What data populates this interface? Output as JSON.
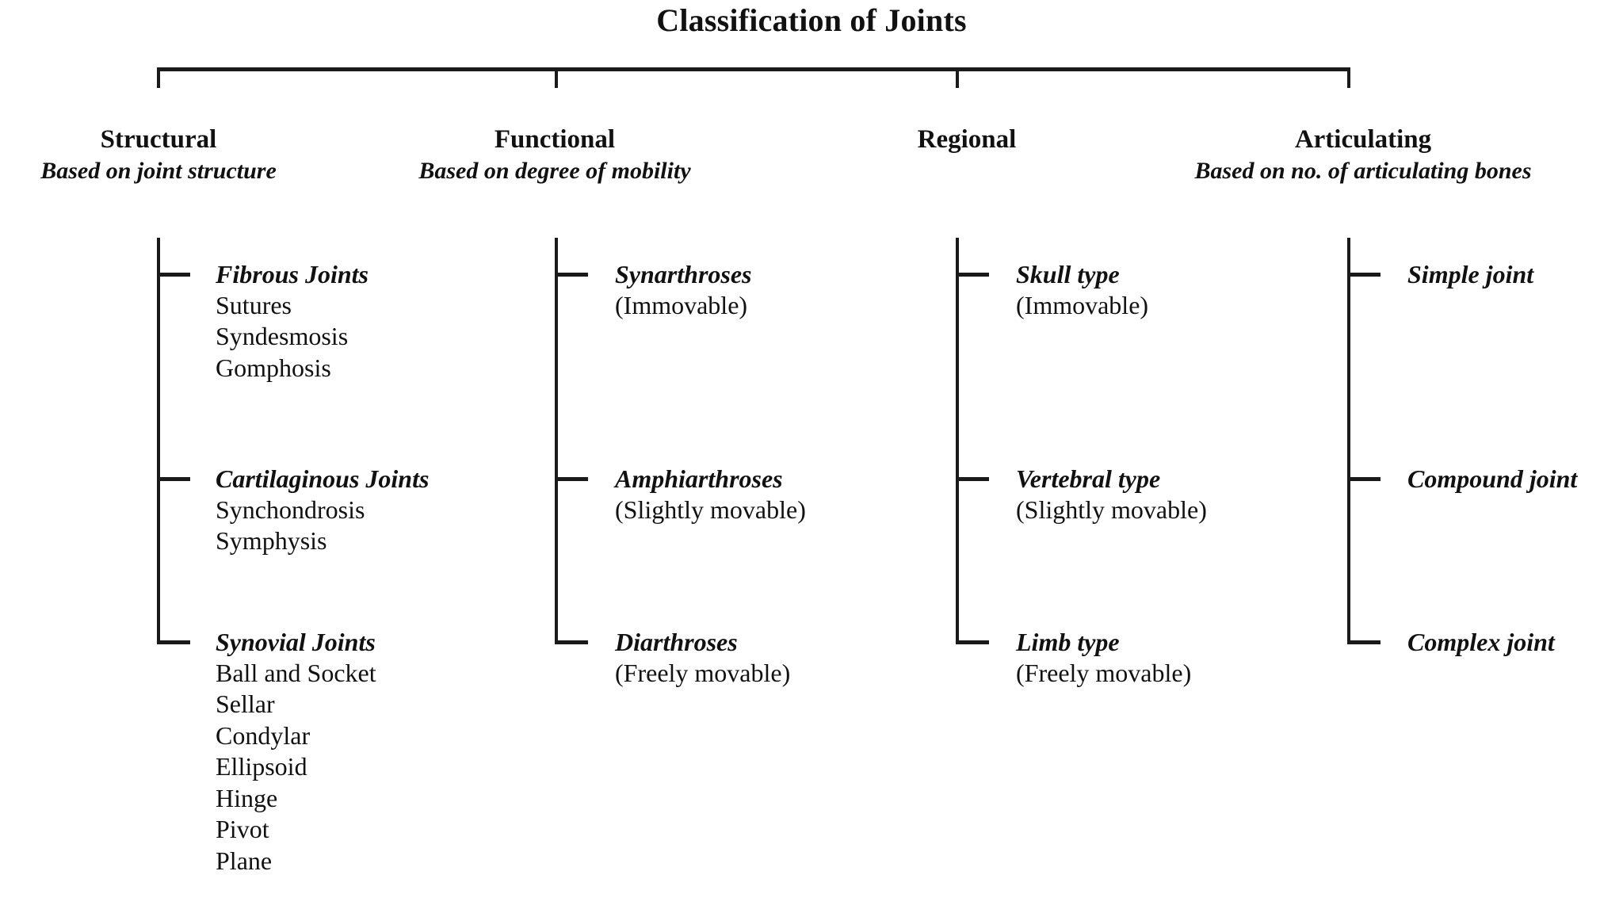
{
  "title": "Classification of Joints",
  "columns": [
    {
      "name": "structural",
      "heading": "Structural",
      "subheading": "Based on joint structure",
      "groups": [
        {
          "title": "Fibrous Joints",
          "subtitle": "",
          "items": [
            "Sutures",
            "Syndesmosis",
            "Gomphosis"
          ]
        },
        {
          "title": "Cartilaginous Joints",
          "subtitle": "",
          "items": [
            "Synchondrosis",
            "Symphysis"
          ]
        },
        {
          "title": "Synovial Joints",
          "subtitle": "",
          "items": [
            "Ball and Socket",
            "Sellar",
            "Condylar",
            "Ellipsoid",
            "Hinge",
            "Pivot",
            "Plane"
          ]
        }
      ]
    },
    {
      "name": "functional",
      "heading": "Functional",
      "subheading": "Based on degree of mobility",
      "groups": [
        {
          "title": "Synarthroses",
          "subtitle": "(Immovable)",
          "items": []
        },
        {
          "title": "Amphiarthroses",
          "subtitle": "(Slightly  movable)",
          "items": []
        },
        {
          "title": "Diarthroses",
          "subtitle": "(Freely movable)",
          "items": []
        }
      ]
    },
    {
      "name": "regional",
      "heading": "Regional",
      "subheading": "",
      "groups": [
        {
          "title": "Skull type",
          "subtitle": "(Immovable)",
          "items": []
        },
        {
          "title": "Vertebral type",
          "subtitle": "(Slightly  movable)",
          "items": []
        },
        {
          "title": "Limb type",
          "subtitle": "(Freely movable)",
          "items": []
        }
      ]
    },
    {
      "name": "articulating",
      "heading": "Articulating",
      "subheading": "Based on no. of articulating bones",
      "groups": [
        {
          "title": "Simple joint",
          "subtitle": "",
          "items": []
        },
        {
          "title": "Compound joint",
          "subtitle": "",
          "items": []
        },
        {
          "title": "Complex joint",
          "subtitle": "",
          "items": []
        }
      ]
    }
  ],
  "colors": {
    "line": "#1a1a1a",
    "text": "#111111",
    "background": "#ffffff"
  }
}
